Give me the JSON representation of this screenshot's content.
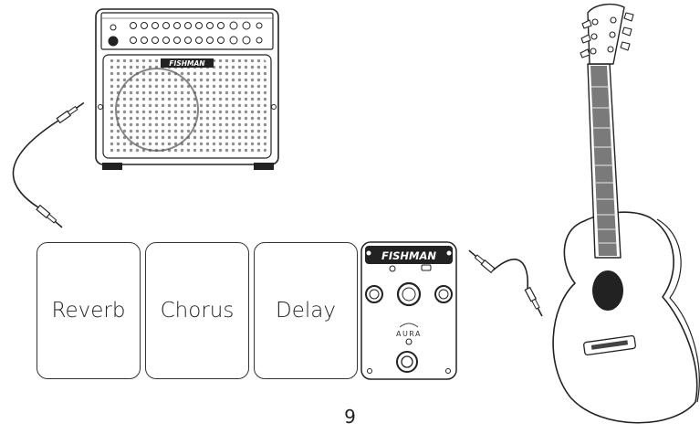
{
  "amplifier": {
    "brand": "FISHMAN"
  },
  "effects_chain": [
    {
      "label": "Reverb"
    },
    {
      "label": "Chorus"
    },
    {
      "label": "Delay"
    }
  ],
  "preamp_pedal": {
    "brand": "FISHMAN",
    "logo": "AURA"
  },
  "page_number": "9"
}
